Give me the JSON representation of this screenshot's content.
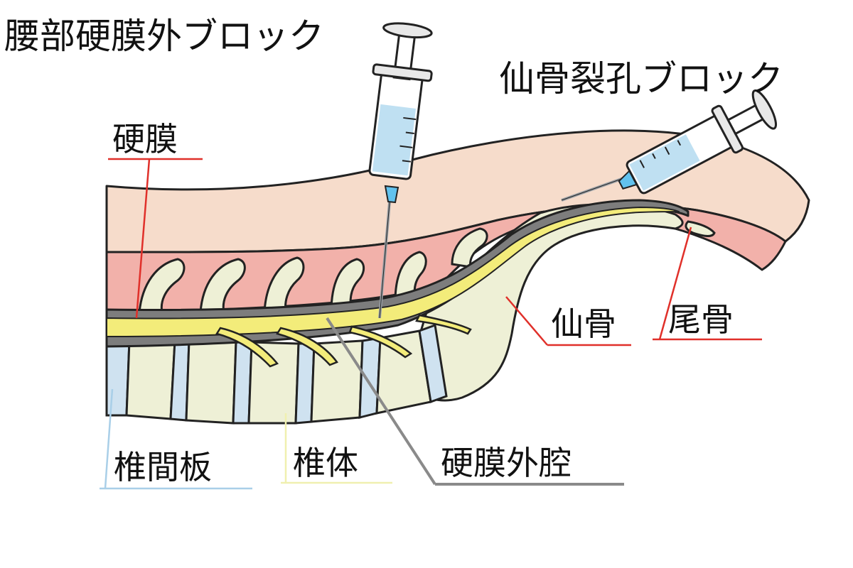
{
  "titles": {
    "lumbar_epidural_block": "腰部硬膜外ブロック",
    "caudal_block": "仙骨裂孔ブロック"
  },
  "labels": {
    "dura_mater": "硬膜",
    "sacrum": "仙骨",
    "coccyx": "尾骨",
    "intervertebral_disc": "椎間板",
    "vertebral_body": "椎体",
    "epidural_space": "硬膜外腔"
  },
  "colors": {
    "skin": "#f6dccb",
    "muscle": "#f2b1aa",
    "bone": "#eef0d6",
    "disc": "#cfe2f0",
    "nerve": "#f3ec7a",
    "dura": "#7d7d7d",
    "fluid": "#bfe0f2",
    "needle": "#9aa0a6",
    "leader_red": "#e0302a",
    "leader_blue": "#a9cfe8",
    "leader_yellow": "#f0f0b0",
    "leader_gray": "#8a8a8a"
  }
}
